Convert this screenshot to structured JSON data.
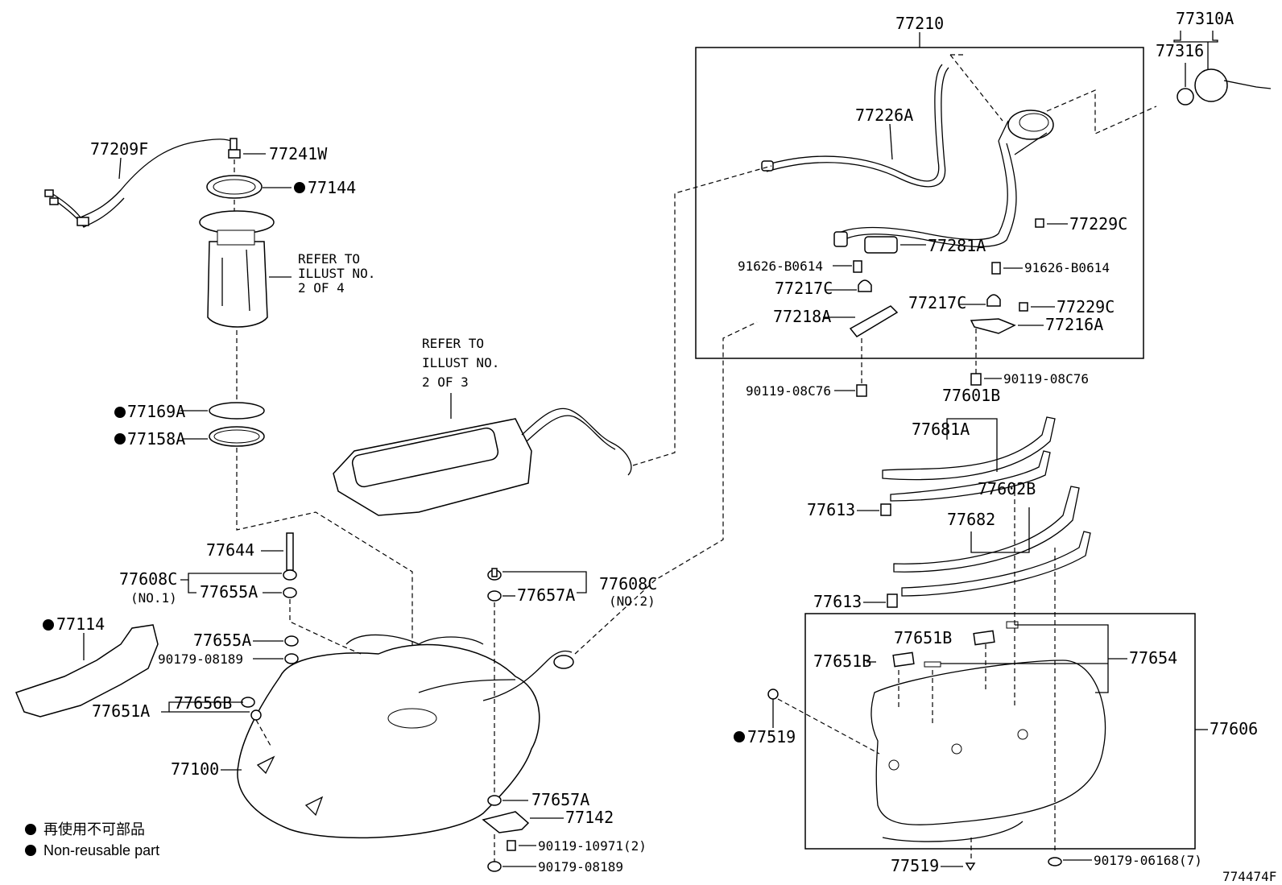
{
  "labels": {
    "p77210": "77210",
    "p77310A": "77310A",
    "p77316": "77316",
    "p77226A": "77226A",
    "p77229C_a": "77229C",
    "p77281A": "77281A",
    "p91626_a": "91626-B0614",
    "p91626_b": "91626-B0614",
    "p77217C_a": "77217C",
    "p77217C_b": "77217C",
    "p77229C_b": "77229C",
    "p77218A": "77218A",
    "p77216A": "77216A",
    "p90119_a": "90119-08C76",
    "p90119_b": "90119-08C76",
    "p77601B": "77601B",
    "p77681A": "77681A",
    "p77613_a": "77613",
    "p77602B": "77602B",
    "p77682": "77682",
    "p77613_b": "77613",
    "p77651B_a": "77651B",
    "p77651B_b": "77651B",
    "p77654": "77654",
    "p77606": "77606",
    "p77519_a": "77519",
    "p77519_b": "77519",
    "p90179_06168": "90179-06168(7)",
    "p77209F": "77209F",
    "p77241W": "77241W",
    "p77144": "77144",
    "p77169A": "77169A",
    "p77158A": "77158A",
    "p77644": "77644",
    "p77608C_a": "77608C",
    "p77608C_a_sub": "(NO.1)",
    "p77655A_a": "77655A",
    "p77608C_b": "77608C",
    "p77608C_b_sub": "(NO.2)",
    "p77657A_a": "77657A",
    "p77114": "77114",
    "p77655A_b": "77655A",
    "p90179_08189_a": "90179-08189",
    "p77651A": "77651A",
    "p77656B": "77656B",
    "p77100": "77100",
    "p77657A_b": "77657A",
    "p77142": "77142",
    "p90119_10971": "90119-10971(2)",
    "p90179_08189_b": "90179-08189",
    "diagram_id": "774474F"
  },
  "notes": {
    "refer1_l1": "REFER TO",
    "refer1_l2": "ILLUST NO.",
    "refer1_l3": "2 OF 4",
    "refer2_l1": "REFER TO",
    "refer2_l2": "ILLUST NO.",
    "refer2_l3": "2 OF 3"
  },
  "legend": {
    "jp": "再使用不可部品",
    "en": "Non-reusable part"
  }
}
